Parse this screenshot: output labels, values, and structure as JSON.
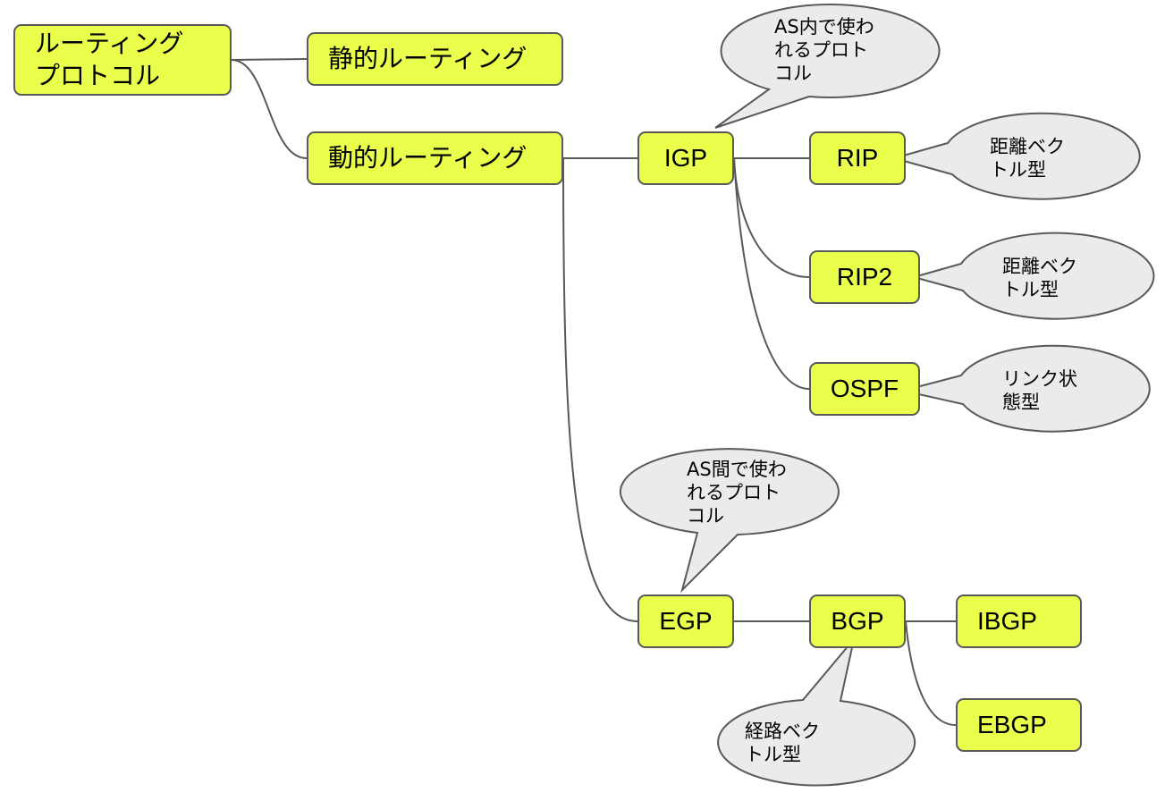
{
  "diagram": {
    "title": "ルーティングプロトコル",
    "colors": {
      "node_fill": "#e9ff4b",
      "node_border": "#595959",
      "callout_fill": "#ebebeb",
      "line": "#595959"
    },
    "nodes": {
      "root": "ルーティング\nプロトコル",
      "static": "静的ルーティング",
      "dynamic": "動的ルーティング",
      "igp": "IGP",
      "rip": "RIP",
      "rip2": "RIP2",
      "ospf": "OSPF",
      "egp": "EGP",
      "bgp": "BGP",
      "ibgp": "IBGP",
      "ebgp": "EBGP"
    },
    "callouts": {
      "igp": "AS内で使わ\nれるプロト\nコル",
      "rip": "距離ベク\nトル型",
      "rip2": "距離ベク\nトル型",
      "ospf": "リンク状\n態型",
      "egp": "AS間で使わ\nれるプロト\nコル",
      "bgp": "経路ベク\nトル型"
    },
    "edges": [
      [
        "root",
        "static"
      ],
      [
        "root",
        "dynamic"
      ],
      [
        "dynamic",
        "igp"
      ],
      [
        "dynamic",
        "egp"
      ],
      [
        "igp",
        "rip"
      ],
      [
        "igp",
        "rip2"
      ],
      [
        "igp",
        "ospf"
      ],
      [
        "egp",
        "bgp"
      ],
      [
        "bgp",
        "ibgp"
      ],
      [
        "bgp",
        "ebgp"
      ]
    ]
  }
}
